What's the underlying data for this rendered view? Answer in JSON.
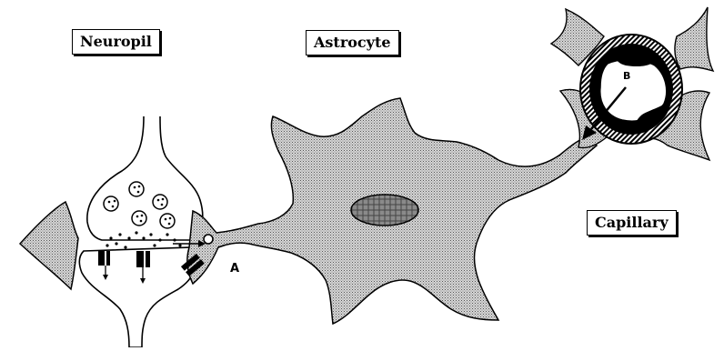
{
  "labels": {
    "neuropil": "Neuropil",
    "astrocyte": "Astrocyte",
    "capillary": "Capillary",
    "point_a": "A",
    "point_b": "B"
  },
  "colors": {
    "stroke": "#000000",
    "stipple_bg": "#c8c8c8",
    "nucleus": "#6e6e6e"
  }
}
